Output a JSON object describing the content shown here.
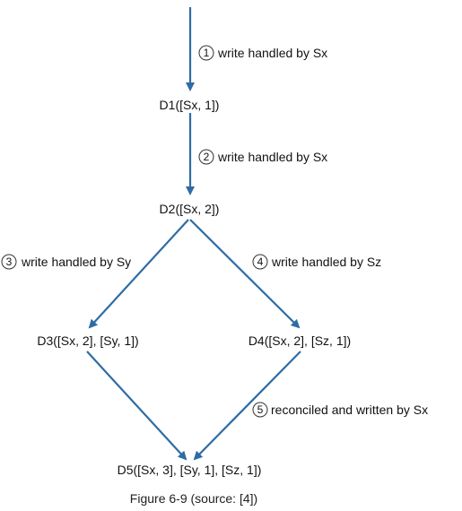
{
  "colors": {
    "arrow": "#2e6ca4",
    "text": "#111111"
  },
  "nodes": {
    "d1": "D1([Sx, 1])",
    "d2": "D2([Sx, 2])",
    "d3": "D3([Sx, 2], [Sy, 1])",
    "d4": "D4([Sx, 2], [Sz, 1])",
    "d5": "D5([Sx, 3], [Sy, 1],  [Sz, 1])"
  },
  "edges": [
    {
      "step": "1",
      "label": "write handled by Sx"
    },
    {
      "step": "2",
      "label": "write handled by Sx"
    },
    {
      "step": "3",
      "label": "write handled by Sy"
    },
    {
      "step": "4",
      "label": "write handled by Sz"
    },
    {
      "step": "5",
      "label": "reconciled and written by Sx"
    }
  ],
  "caption": "Figure 6-9 (source: [4])"
}
